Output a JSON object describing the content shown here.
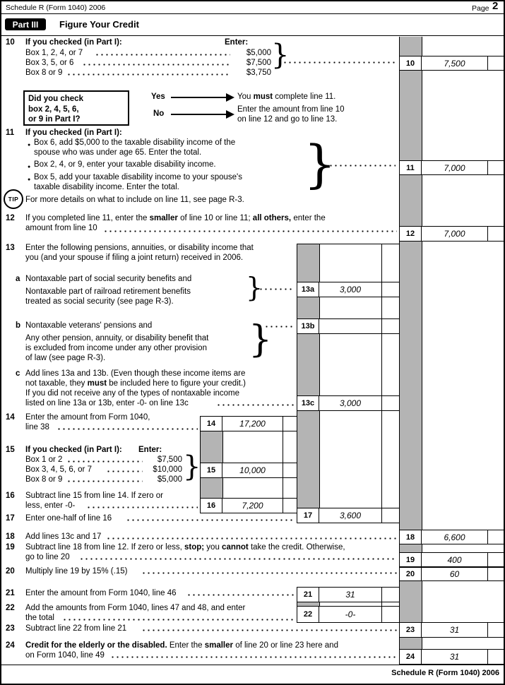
{
  "colors": {
    "shade": "#b4b4b4"
  },
  "header": {
    "form_id": "Schedule R (Form 1040) 2006",
    "page_label": "Page",
    "page_number": "2"
  },
  "part3": {
    "badge": "Part III",
    "title": "Figure Your Credit"
  },
  "line10": {
    "num": "10",
    "heading": "If you checked (in Part I):",
    "enter_label": "Enter:",
    "rows": [
      {
        "label": "Box 1, 2, 4, or 7",
        "amount": "$5,000"
      },
      {
        "label": "Box 3, 5, or 6",
        "amount": "$7,500"
      },
      {
        "label": "Box 8 or 9",
        "amount": "$3,750"
      }
    ],
    "box_num": "10",
    "box_value": "7,500"
  },
  "flowchart": {
    "question_lines": [
      "Did you check",
      "box 2, 4, 5, 6,",
      "or 9 in Part I?"
    ],
    "yes_label": "Yes",
    "yes_text": [
      {
        "t": "You ",
        "b": false
      },
      {
        "t": "must",
        "b": true
      },
      {
        "t": " complete line 11.",
        "b": false
      }
    ],
    "no_label": "No",
    "no_text_line1": "Enter the amount from line 10",
    "no_text_line2": "on line 12 and go to line 13."
  },
  "line11": {
    "num": "11",
    "heading": "If you checked (in Part I):",
    "bullet1_line1": "Box 6, add $5,000 to the taxable disability income of the",
    "bullet1_line2": "spouse who was under age 65. Enter the total.",
    "bullet2": "Box 2, 4, or 9, enter your taxable disability income.",
    "bullet3_line1": "Box 5, add your taxable disability income to your spouse's",
    "bullet3_line2": "taxable disability income. Enter the total.",
    "box_num": "11",
    "box_value": "7,000"
  },
  "tip": {
    "label": "TIP",
    "text": "For more details on what to include on line 11, see page R-3."
  },
  "line12": {
    "num": "12",
    "line1": [
      {
        "t": "If you completed line 11, enter the ",
        "b": false
      },
      {
        "t": "smaller",
        "b": true
      },
      {
        "t": " of line 10 or line 11; ",
        "b": false
      },
      {
        "t": "all others,",
        "b": true
      },
      {
        "t": " enter the",
        "b": false
      }
    ],
    "line2": "amount from line 10",
    "box_num": "12",
    "box_value": "7,000"
  },
  "line13": {
    "num": "13",
    "line1": "Enter the following pensions, annuities, or disability income that",
    "line2": "you (and your spouse if filing a joint return) received in 2006."
  },
  "line13a": {
    "letter": "a",
    "line1": "Nontaxable part of social security benefits and",
    "line2": "Nontaxable part of railroad retirement benefits",
    "line3": "treated as social security (see page R-3).",
    "box_num": "13a",
    "box_value": "3,000"
  },
  "line13b": {
    "letter": "b",
    "line1": "Nontaxable veterans' pensions and",
    "line2": "Any other pension, annuity, or disability benefit that",
    "line3": "is excluded from income under any other provision",
    "line4": "of law (see page R-3).",
    "box_num": "13b",
    "box_value": ""
  },
  "line13c": {
    "letter": "c",
    "line1": "Add lines 13a and 13b. (Even though these income items are",
    "line2": [
      {
        "t": "not taxable, they ",
        "b": false
      },
      {
        "t": "must",
        "b": true
      },
      {
        "t": " be included here to figure your credit.)",
        "b": false
      }
    ],
    "line3": "If you did not receive any of the types of nontaxable income",
    "line4": "listed on line 13a or 13b, enter -0- on line 13c",
    "box_num": "13c",
    "box_value": "3,000"
  },
  "line14": {
    "num": "14",
    "line1": "Enter the amount from Form 1040,",
    "line2": "line 38",
    "box_num": "14",
    "box_value": "17,200"
  },
  "line15": {
    "num": "15",
    "heading": "If you checked (in Part I):",
    "enter_label": "Enter:",
    "rows": [
      {
        "label": "Box 1 or 2",
        "amount": "$7,500"
      },
      {
        "label": "Box 3, 4, 5, 6, or 7",
        "amount": "$10,000"
      },
      {
        "label": "Box 8 or 9",
        "amount": "$5,000"
      }
    ],
    "box_num": "15",
    "box_value": "10,000"
  },
  "line16": {
    "num": "16",
    "line1": "Subtract line 15 from line 14. If zero or",
    "line2": "less, enter -0-",
    "box_num": "16",
    "box_value": "7,200"
  },
  "line17": {
    "num": "17",
    "text": "Enter one-half of line 16",
    "box_num": "17",
    "box_value": "3,600"
  },
  "line18": {
    "num": "18",
    "text": "Add lines 13c and 17",
    "box_num": "18",
    "box_value": "6,600"
  },
  "line19": {
    "num": "19",
    "line1": [
      {
        "t": "Subtract line 18 from line 12. If zero or less, ",
        "b": false
      },
      {
        "t": "stop;",
        "b": true
      },
      {
        "t": " you ",
        "b": false
      },
      {
        "t": "cannot",
        "b": true
      },
      {
        "t": " take the credit. Otherwise,",
        "b": false
      }
    ],
    "line2": "go to line 20",
    "box_num": "19",
    "box_value": "400"
  },
  "line20": {
    "num": "20",
    "text": "Multiply line 19 by 15% (.15)",
    "box_num": "20",
    "box_value": "60"
  },
  "line21": {
    "num": "21",
    "text": "Enter the amount from Form 1040, line 46",
    "box_num": "21",
    "box_value": "31"
  },
  "line22": {
    "num": "22",
    "line1": "Add the amounts from Form 1040, lines 47 and 48, and enter",
    "line2": "the total",
    "box_num": "22",
    "box_value": "-0-"
  },
  "line23": {
    "num": "23",
    "text": "Subtract line 22 from line 21",
    "box_num": "23",
    "box_value": "31"
  },
  "line24": {
    "num": "24",
    "line1": [
      {
        "t": "Credit for the elderly or the disabled.",
        "b": true
      },
      {
        "t": " Enter the ",
        "b": false
      },
      {
        "t": "smaller",
        "b": true
      },
      {
        "t": " of line 20 or line 23 here and",
        "b": false
      }
    ],
    "line2": "on Form 1040, line 49",
    "box_num": "24",
    "box_value": "31"
  },
  "footer": {
    "form_id": "Schedule R (Form 1040) 2006"
  }
}
